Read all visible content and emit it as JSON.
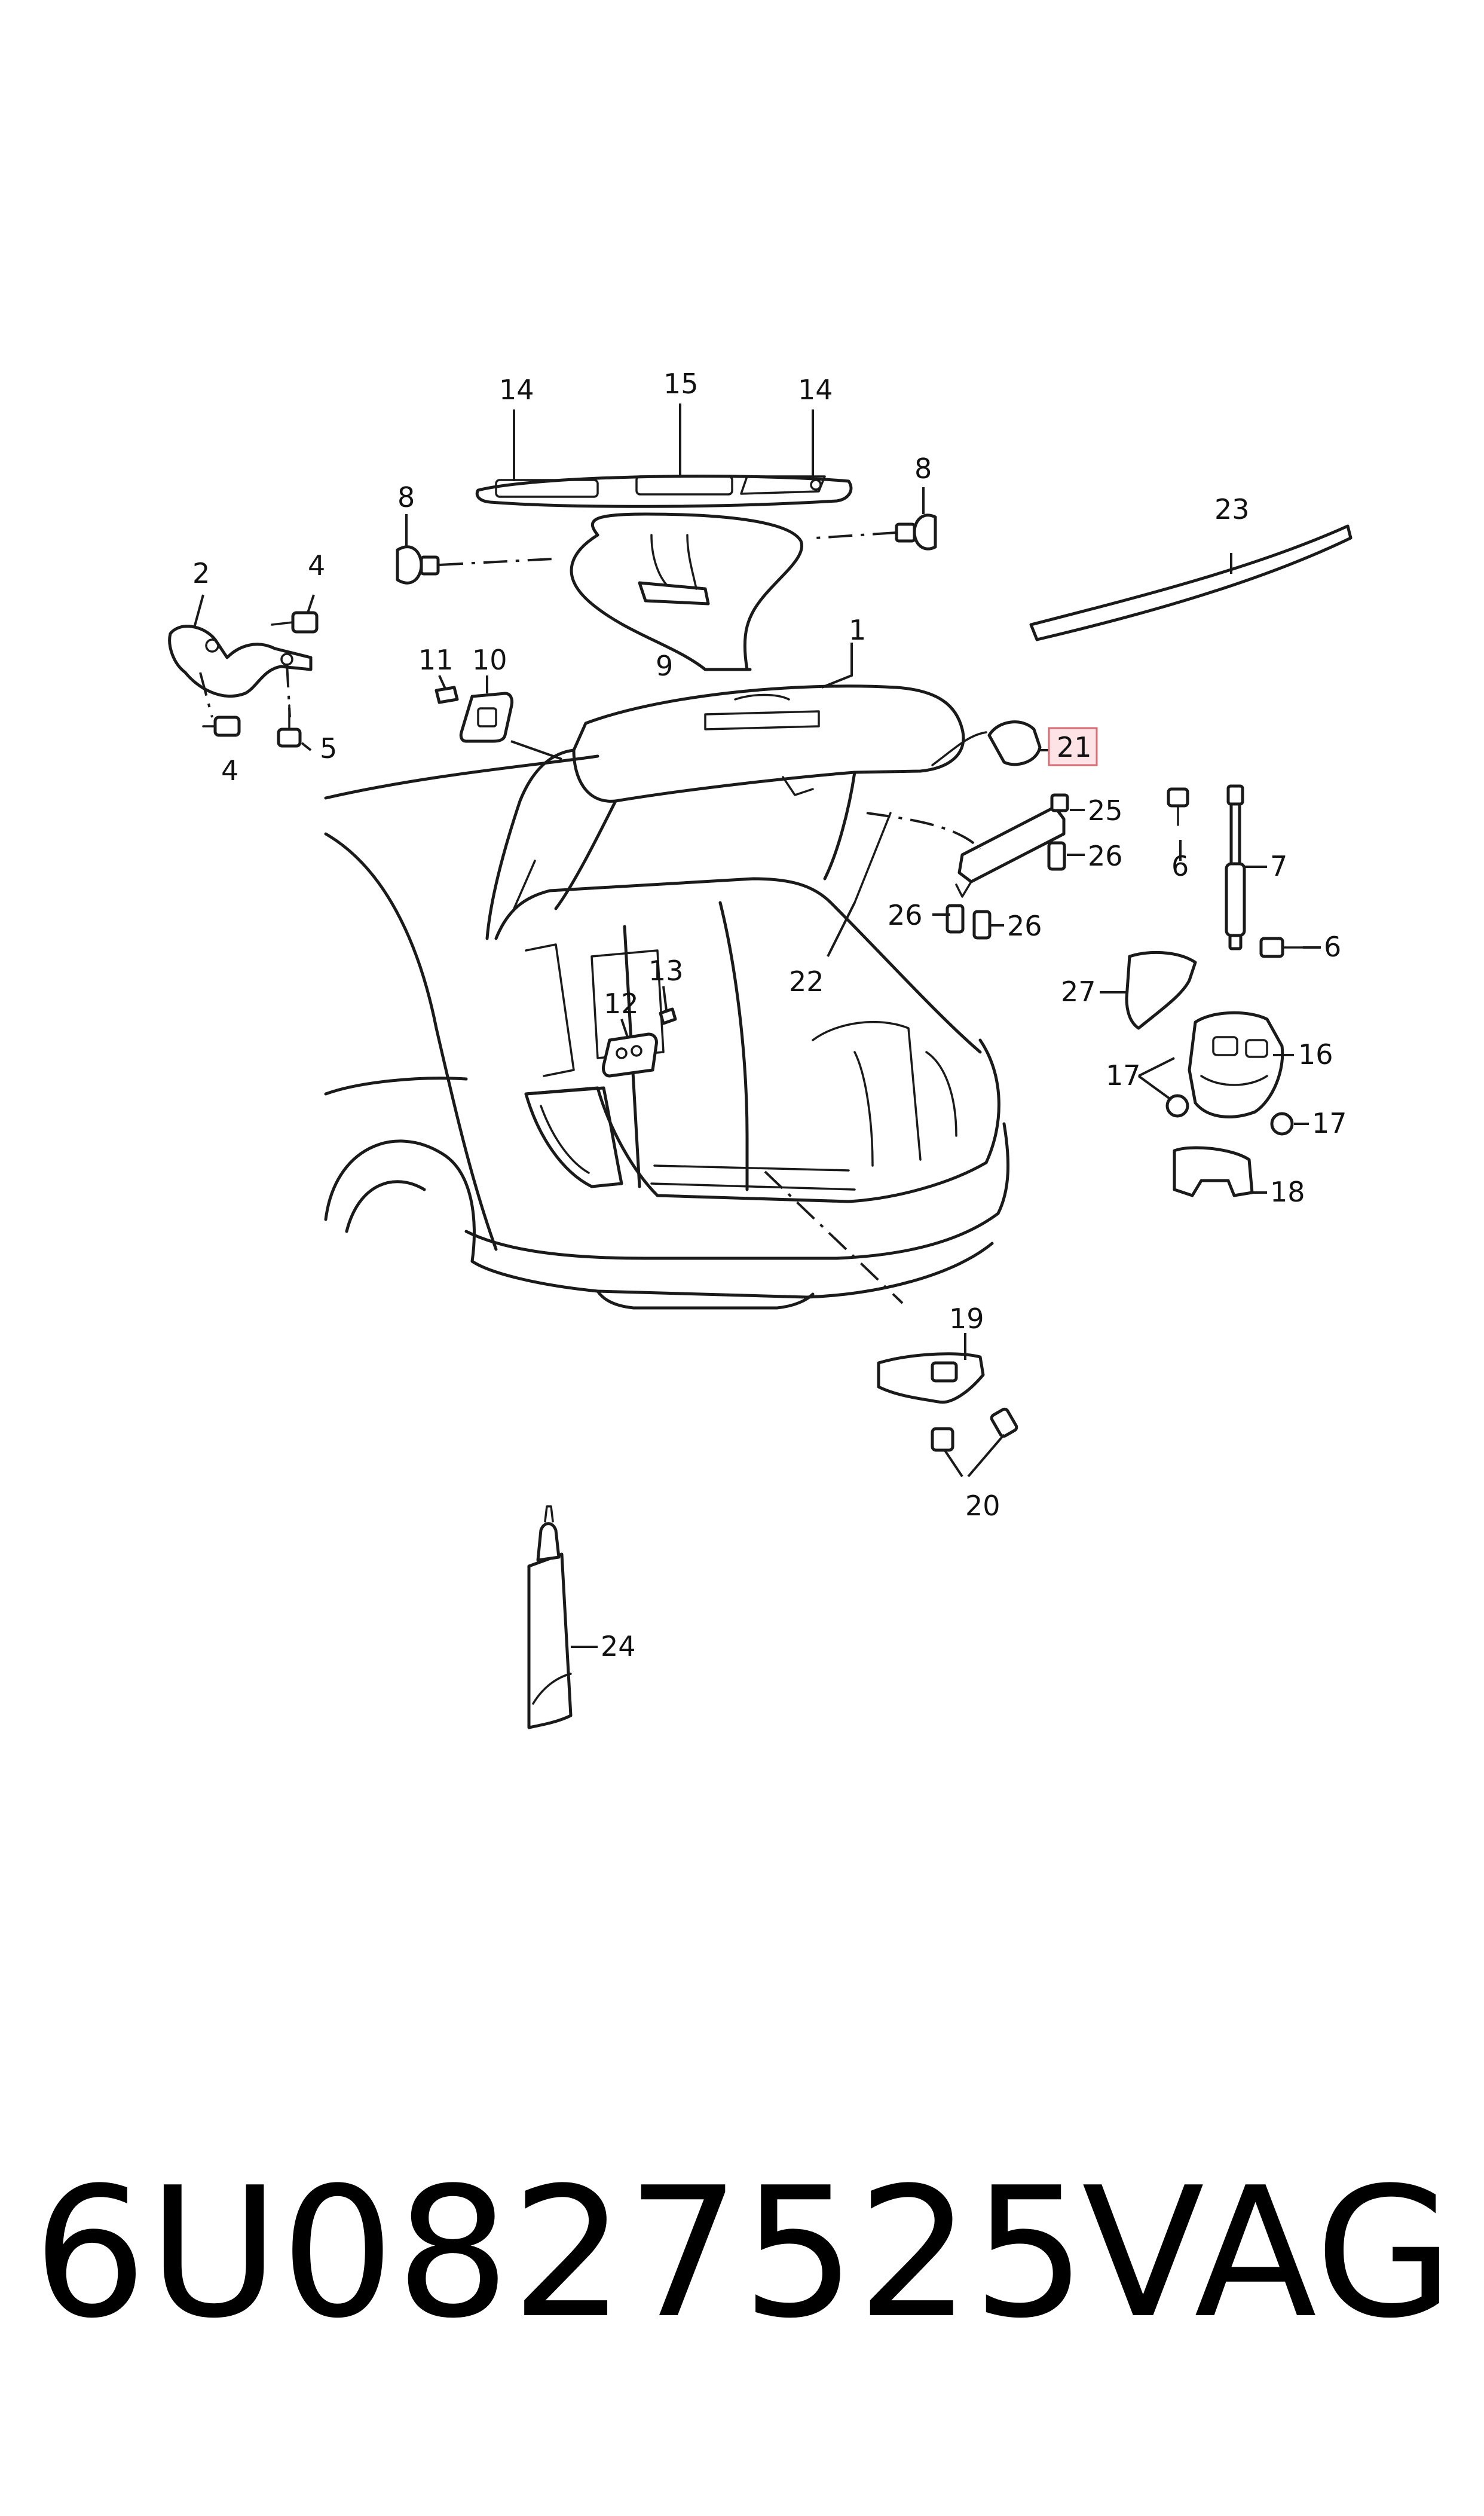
{
  "diagram": {
    "highlighted_callout": "21",
    "callouts": [
      {
        "id": "c1",
        "label": "1"
      },
      {
        "id": "c2",
        "label": "2"
      },
      {
        "id": "c4a",
        "label": "4"
      },
      {
        "id": "c4b",
        "label": "4"
      },
      {
        "id": "c5",
        "label": "5"
      },
      {
        "id": "c6a",
        "label": "6"
      },
      {
        "id": "c6b",
        "label": "6"
      },
      {
        "id": "c7",
        "label": "7"
      },
      {
        "id": "c8a",
        "label": "8"
      },
      {
        "id": "c8b",
        "label": "8"
      },
      {
        "id": "c9",
        "label": "9"
      },
      {
        "id": "c10",
        "label": "10"
      },
      {
        "id": "c11",
        "label": "11"
      },
      {
        "id": "c12",
        "label": "12"
      },
      {
        "id": "c13",
        "label": "13"
      },
      {
        "id": "c14a",
        "label": "14"
      },
      {
        "id": "c14b",
        "label": "14"
      },
      {
        "id": "c15",
        "label": "15"
      },
      {
        "id": "c16",
        "label": "16"
      },
      {
        "id": "c17a",
        "label": "17"
      },
      {
        "id": "c17b",
        "label": "17"
      },
      {
        "id": "c18",
        "label": "18"
      },
      {
        "id": "c19",
        "label": "19"
      },
      {
        "id": "c20",
        "label": "20"
      },
      {
        "id": "c21",
        "label": "21"
      },
      {
        "id": "c22",
        "label": "22"
      },
      {
        "id": "c23",
        "label": "23"
      },
      {
        "id": "c24",
        "label": "24"
      },
      {
        "id": "c25",
        "label": "25"
      },
      {
        "id": "c26a",
        "label": "26"
      },
      {
        "id": "c26b",
        "label": "26"
      },
      {
        "id": "c26c",
        "label": "26"
      },
      {
        "id": "c27",
        "label": "27"
      }
    ]
  },
  "footer": {
    "part_number": "6U0827525",
    "brand": "VAG"
  }
}
